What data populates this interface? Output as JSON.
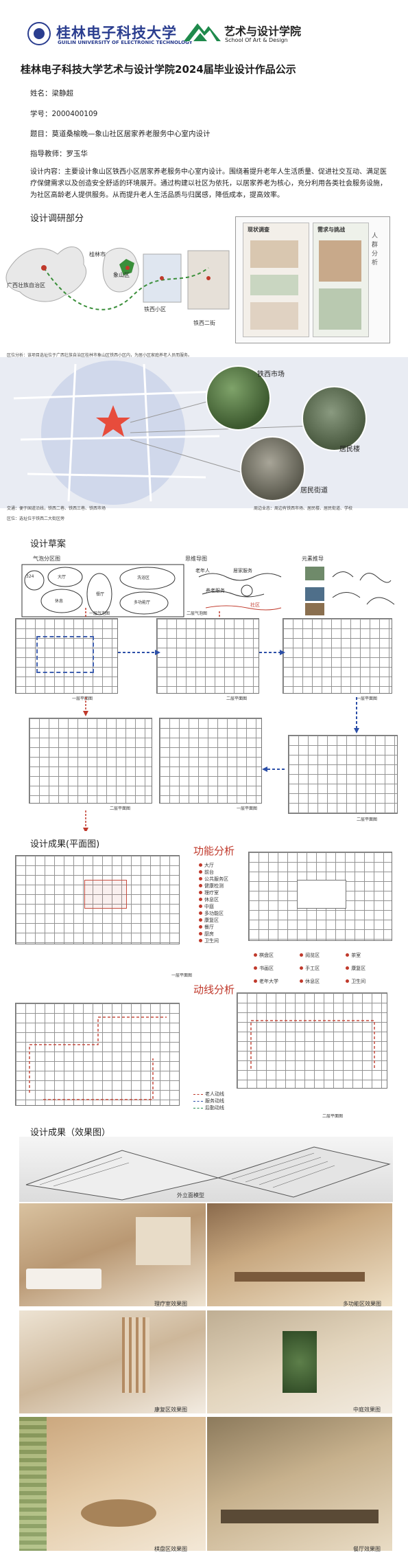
{
  "header": {
    "university_name": "桂林电子科技大学",
    "university_en": "GUILIN UNIVERSITY OF ELECTRONIC TECHNOLOGY",
    "school_name": "艺术与设计学院",
    "school_en": "School Of Art & Design"
  },
  "title": "桂林电子科技大学艺术与设计学院2024届毕业设计作品公示",
  "fields": {
    "name_label": "姓名：",
    "name_value": "梁静超",
    "id_label": "学号：",
    "id_value": "2000400109",
    "topic_label": "题目：",
    "topic_value": "莫道桑榆晚—象山社区居家养老服务中心室内设计",
    "advisor_label": "指导教师：",
    "advisor_value": "罗玉华"
  },
  "description": "设计内容：主要设计象山区铁西小区居家养老服务中心室内设计。围绕着提升老年人生活质量、促进社交互动、满足医疗保健需求以及创造安全舒适的环境展开。通过构建以社区为依托，以居家养老为核心，充分利用各类社会服务设施，为社区高龄老人提供服务。从而提升老人生活品质与归属感，降低成本，提高效率。",
  "sections": {
    "research": "设计调研部分",
    "sketch": "设计草案",
    "plan": "设计成果(平面图)",
    "render": "设计成果（效果图）"
  },
  "research": {
    "map_labels": [
      "广西壮族自治区",
      "桂林市",
      "象山区",
      "铁西小区",
      "铁西二街"
    ],
    "location_caption": "区位分析：该项目选址位于广西壮族自治区桂林市象山区铁西小区内，为居小区家庭养老人员而服务。",
    "panel_title_1": "现状调查",
    "panel_title_2": "需求与挑战",
    "side_label": "人群分析",
    "photo_labels": [
      "铁西市场",
      "居民楼",
      "居民街道"
    ],
    "traffic_caption": "交通：便于国道沿线，铁西二巷、铁西三巷、铁西市场",
    "surroundings_caption": "周边业态：周边有铁西市场、居民楼、居民街道、学校",
    "location2_caption": "区位：选址位于铁西二大街区旁"
  },
  "sketch": {
    "bubble_label": "气泡分区图",
    "mind_label": "思维导图",
    "element_label": "元素推导",
    "bubble_words": [
      "324",
      "大厅",
      "休息",
      "餐厅",
      "洗浴区",
      "多功能厅"
    ],
    "mind_words": [
      "老年人",
      "居家服务",
      "养老服务",
      "社区"
    ],
    "plan_labels": [
      "一层平面图",
      "二层平面图",
      "一层平面图",
      "二层平面图",
      "一层平面图",
      "二层平面图"
    ],
    "tags": [
      "一层气泡图",
      "二层气泡图"
    ]
  },
  "plan": {
    "function_title": "功能分析",
    "flow_title": "动线分析",
    "first_floor": "一层平面图",
    "second_floor": "二层平面图",
    "legend_1": [
      "大厅",
      "前台",
      "公共服务区",
      "健康检测",
      "理疗室",
      "休息区",
      "中庭",
      "多功能区",
      "康复区",
      "餐厅",
      "厨房",
      "卫生间"
    ],
    "legend_2": [
      "棋盘区",
      "阅览区",
      "茶室",
      "书画区",
      "手工区",
      "康复区",
      "老年大学",
      "休息区",
      "卫生间"
    ],
    "flow_legend": [
      "老人动线",
      "服务动线",
      "后勤动线"
    ]
  },
  "render": {
    "model_label": "外立面模型",
    "views": [
      "理疗室效果图",
      "多功能区效果图",
      "康复区效果图",
      "中庭效果图",
      "棋盘区效果图",
      "餐厅效果图"
    ]
  },
  "colors": {
    "brand_blue": "#2a3d8f",
    "brand_green": "#1f8a4c",
    "accent_red": "#c0392b",
    "route_blue": "#2c4fa8",
    "wood": "#c9a47a"
  }
}
